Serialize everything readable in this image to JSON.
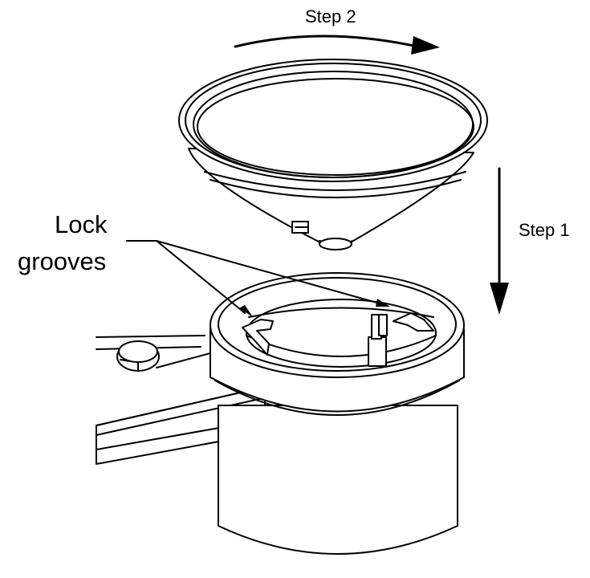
{
  "labels": {
    "step2": "Step 2",
    "step1": "Step 1",
    "lock_line1": "Lock",
    "lock_line2": "grooves"
  },
  "colors": {
    "line": "#000000",
    "background": "#ffffff"
  }
}
